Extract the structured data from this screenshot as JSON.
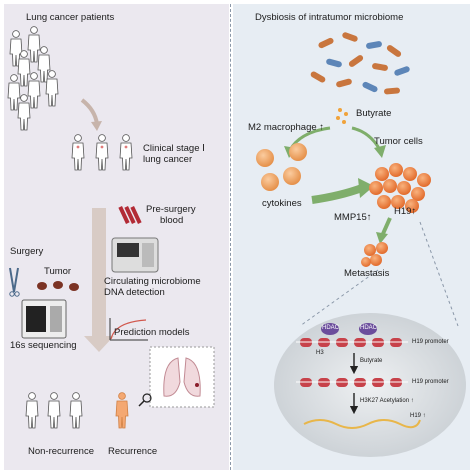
{
  "left": {
    "title": "Lung cancer patients",
    "clinical_stage_line1": "Clinical stage Ⅰ",
    "clinical_stage_line2": "lung cancer",
    "pre_surgery_line1": "Pre-surgery",
    "pre_surgery_line2": "blood",
    "surgery": "Surgery",
    "tumor": "Tumor",
    "sequencing": "16s sequencing",
    "circulating_line1": "Circulating microbiome",
    "circulating_line2": "DNA detection",
    "prediction": "Prediction models",
    "non_recurrence": "Non-recurrence",
    "recurrence": "Recurrence"
  },
  "right": {
    "title": "Dysbiosis of intratumor microbiome",
    "butyrate": "Butyrate",
    "m2_macrophage": "M2 macrophage ↑",
    "tumor_cells": "Tumor cells",
    "cytokines": "cytokines",
    "mmp15": "MMP15↑",
    "h19": "H19↑",
    "metastasis": "Metastasis",
    "hdac_a": "HDAC",
    "hdac_b": "HDAC",
    "h3": "H3",
    "h19_promoter_1": "H19 promoter",
    "butyrate_inner": "Butyrate",
    "h19_promoter_2": "H19 promoter",
    "h3k27": "H3K27 Acetylation ↑",
    "h19_up": "H19 ↑"
  },
  "colors": {
    "left_bg": "#ebe8ef",
    "right_bg": "#e7edf3",
    "arrow_green": "#7fae6b",
    "tumor_orange": "#e8793a",
    "recurrence_orange": "#f4a872",
    "bacteria_brown": "#c9763e",
    "bacteria_blue": "#5d86b8",
    "dna_red": "#c7424a",
    "hdac_purple": "#6b4d9c"
  }
}
